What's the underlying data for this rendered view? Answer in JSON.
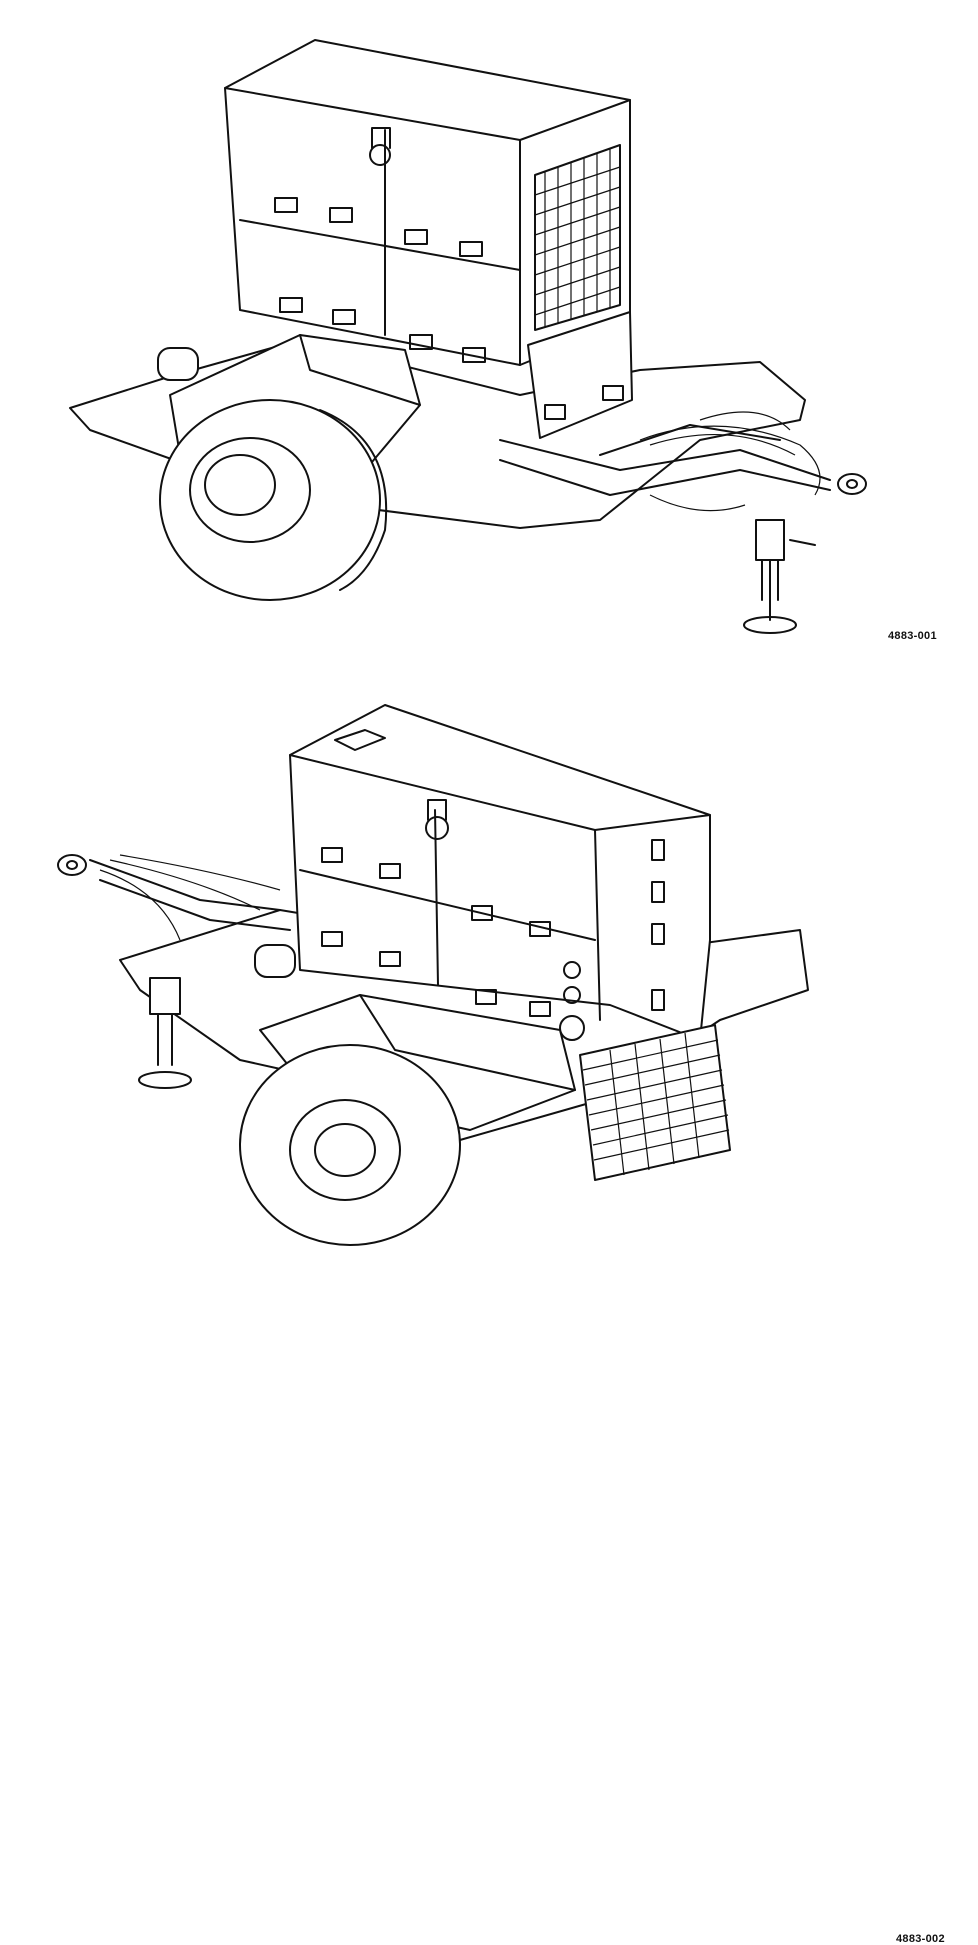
{
  "figures": [
    {
      "id": "top",
      "label": "4883-001",
      "view": "front-right",
      "icon": "trailer-mounted-generator-illustration"
    },
    {
      "id": "bottom",
      "label": "4883-002",
      "view": "rear-left",
      "icon": "trailer-mounted-generator-illustration"
    }
  ],
  "colors": {
    "ink": "#111111",
    "paper": "#ffffff"
  }
}
